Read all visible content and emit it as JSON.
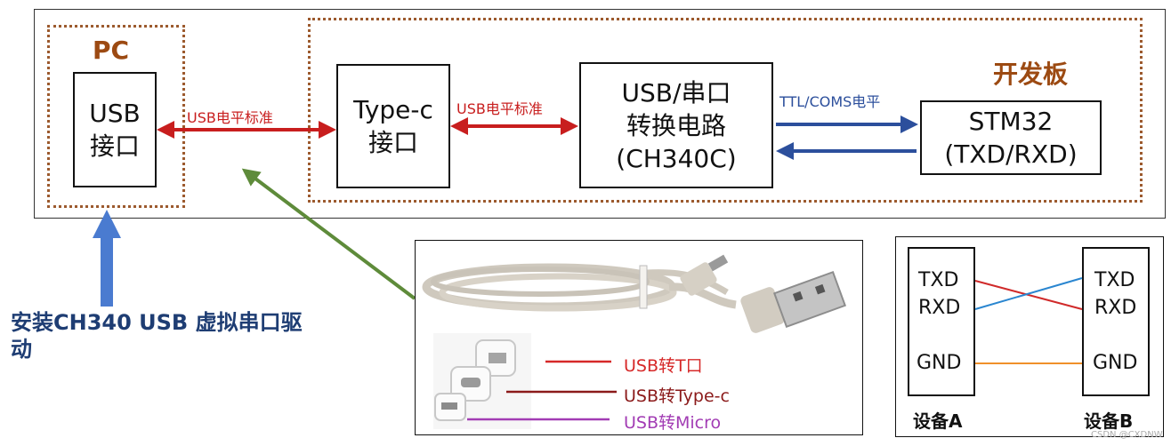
{
  "top": {
    "pc_label": "PC",
    "board_label": "开发板",
    "usb_port": [
      "USB",
      "接口"
    ],
    "typec_port": [
      "Type-c",
      "接口"
    ],
    "converter": [
      "USB/串口",
      "转换电路",
      "(CH340C)"
    ],
    "mcu": [
      "STM32",
      "(TXD/RXD)"
    ],
    "usb_level_1": "USB电平标准",
    "usb_level_2": "USB电平标准",
    "ttl_level": "TTL/COMS电平"
  },
  "driver_note": [
    "安装CH340 USB 虚拟串口驱",
    "动"
  ],
  "cable_legend": [
    {
      "label": "USB转T口",
      "color": "#d62828"
    },
    {
      "label": "USB转Type-c",
      "color": "#8b1a1a"
    },
    {
      "label": "USB转Micro",
      "color": "#a23cb4"
    }
  ],
  "wiring": {
    "device_a": {
      "label": "设备A",
      "pins": [
        "TXD",
        "RXD",
        "GND"
      ]
    },
    "device_b": {
      "label": "设备B",
      "pins": [
        "TXD",
        "RXD",
        "GND"
      ]
    }
  },
  "watermark": "CSDN @CXDNW",
  "colors": {
    "usb_arrow": "#c81e1e",
    "ttl_arrow": "#2c4f9c",
    "driver_arrow": "#4a7bd0",
    "pointer_arrow": "#5e8b3a",
    "txd_rxd_line_a": "#d02a2a",
    "txd_rxd_line_b": "#2a86d0",
    "gnd_line": "#f0902a"
  }
}
